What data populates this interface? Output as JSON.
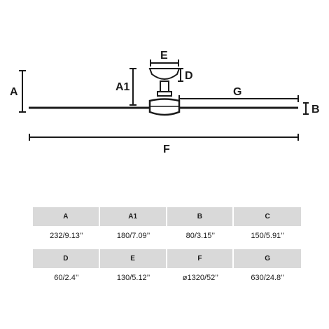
{
  "labels": {
    "a": "A",
    "a1": "A1",
    "b": "B",
    "d": "D",
    "e": "E",
    "f": "F",
    "g": "G"
  },
  "table": {
    "rows": [
      {
        "headers": [
          "A",
          "A1",
          "B",
          "C"
        ],
        "values": [
          "232/9.13’’",
          "180/7.09’’",
          "80/3.15’’",
          "150/5.91’’"
        ]
      },
      {
        "headers": [
          "D",
          "E",
          "F",
          "G"
        ],
        "values": [
          "60/2.4’’",
          "130/5.12’’",
          "ø1320/52’’",
          "630/24.8’’"
        ]
      }
    ]
  },
  "colors": {
    "line": "#1a1a1a",
    "header_bg": "#d9d9d9"
  }
}
